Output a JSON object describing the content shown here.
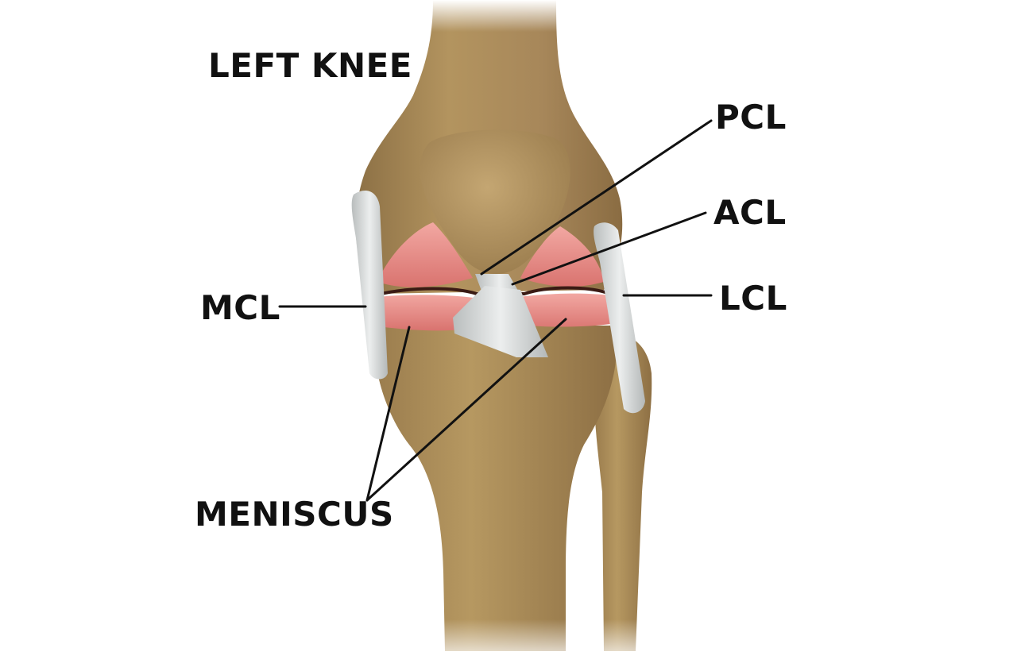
{
  "title": "LEFT KNEE",
  "labels": {
    "pcl": "PCL",
    "acl": "ACL",
    "lcl": "LCL",
    "mcl": "MCL",
    "meniscus": "MENISCUS"
  },
  "colors": {
    "bone": "#a8895a",
    "bone_shadow": "#8a6d40",
    "cartilage": "#e88a86",
    "ligament": "#d9dcdc",
    "text": "#111111"
  }
}
